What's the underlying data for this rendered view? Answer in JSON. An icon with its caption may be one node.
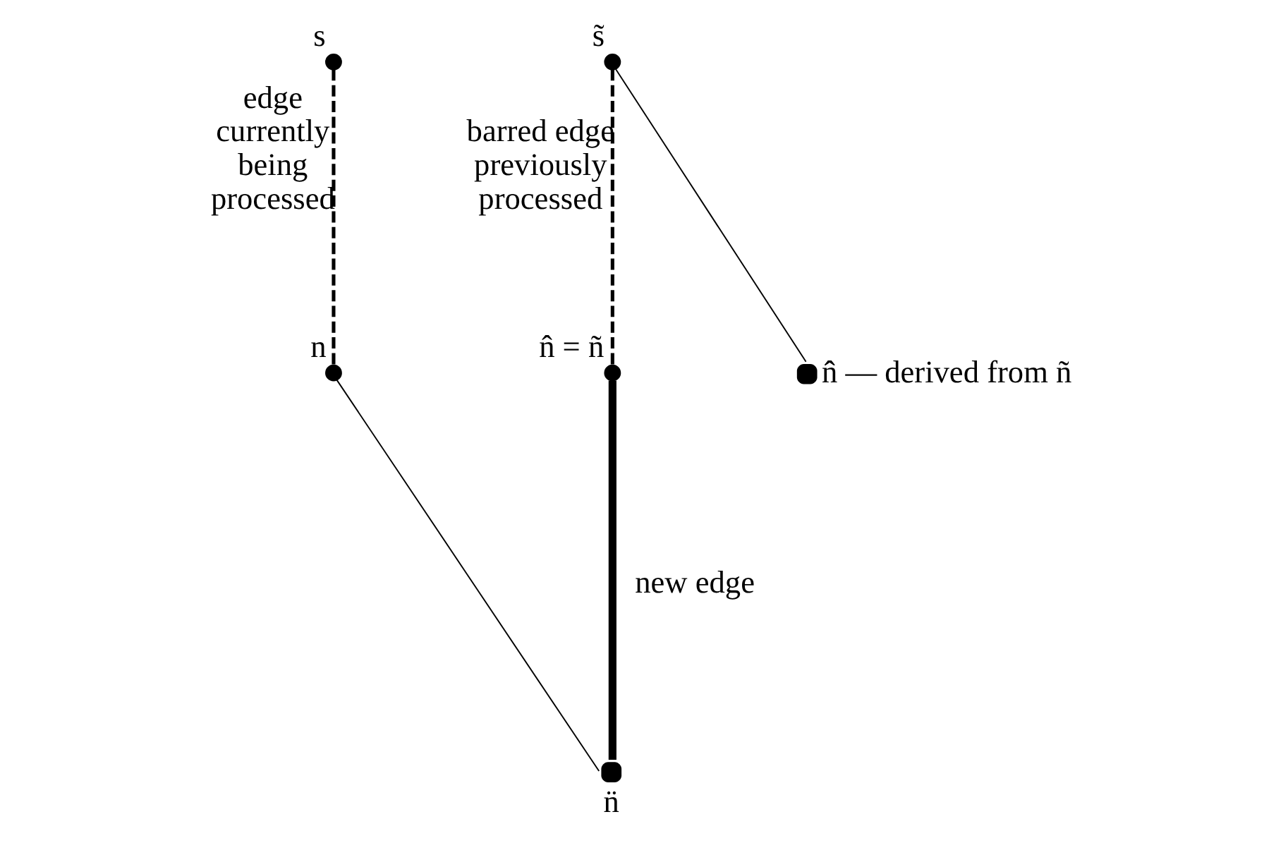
{
  "diagram": {
    "nodes": [
      {
        "text": [],
        "shape": "circle",
        "beside": [
          "s"
        ]
      },
      {
        "text": [],
        "shape": "circle",
        "beside": [
          "s̃"
        ]
      },
      {
        "text": [],
        "shape": "circle",
        "beside": [
          "n"
        ]
      },
      {
        "text": [],
        "shape": "circle",
        "beside": [
          "n̂ = ñ"
        ]
      },
      {
        "text": [],
        "shape": "circle",
        "beside": [
          "n̂̂ — derived from ñ"
        ]
      },
      {
        "text": [],
        "shape": "circle",
        "beside": [
          "n̈"
        ]
      }
    ],
    "edges": [
      {
        "from": 0,
        "to": 2,
        "arrow": "none",
        "style": "dashed",
        "label": "edge currently being processed"
      },
      {
        "from": 1,
        "to": 3,
        "arrow": "none",
        "style": "dashed",
        "label": "barred edge previously processed"
      },
      {
        "from": 1,
        "to": 4,
        "arrow": "none"
      },
      {
        "from": 2,
        "to": 5,
        "arrow": "none"
      },
      {
        "from": 3,
        "to": 5,
        "arrow": "none",
        "style": "thick",
        "label": "new edge"
      }
    ]
  }
}
